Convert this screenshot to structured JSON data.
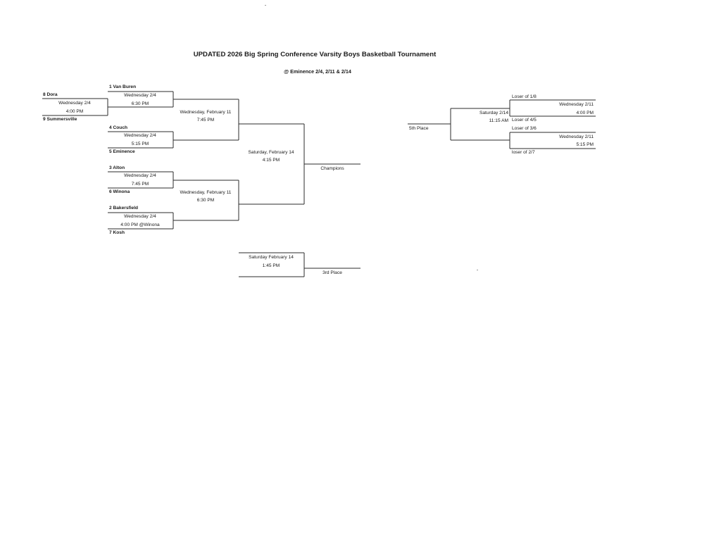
{
  "title": "UPDATED 2026 Big Spring Conference Varsity Boys Basketball Tournament",
  "subtitle": "@ Eminence 2/4, 2/11 & 2/14",
  "teams": {
    "dora": "8 Dora",
    "summersville": "9 Summersville",
    "van_buren": "1 Van Buren",
    "couch": "4 Couch",
    "eminence": "5 Eminence",
    "alton": "3 Alton",
    "winona": "6 Winona",
    "bakersfield": "2 Bakersfield",
    "kosh": "7 Kosh"
  },
  "games": {
    "dora_summersville": {
      "day": "Wednesday 2/4",
      "time": "4:00 PM"
    },
    "van_buren": {
      "day": "Wednesday 2/4",
      "time": "6:30 PM"
    },
    "couch_eminence": {
      "day": "Wednesday 2/4",
      "time": "5:15 PM"
    },
    "alton_winona": {
      "day": "Wednesday 2/4",
      "time": "7:45 PM"
    },
    "bakersfield_kosh": {
      "day": "Wednesday 2/4",
      "time": "4:00 PM @Winona"
    },
    "semi_top": {
      "day": "Wednesday, February 11",
      "time": "7:45 PM"
    },
    "semi_bottom": {
      "day": "Wednesday, February 11",
      "time": "6:30 PM"
    },
    "final": {
      "day": "Saturday, February 14",
      "time": "4:15 PM"
    },
    "third": {
      "day": "Saturday February 14",
      "time": "1:45 PM"
    },
    "consolation_top": {
      "day": "Wednesday 2/11",
      "time": "4:00 PM"
    },
    "consolation_bottom": {
      "day": "Wednesday 2/11",
      "time": "5:15 PM"
    },
    "fifth": {
      "day": "Saturday 2/14",
      "time": "11:15 AM"
    }
  },
  "results": {
    "champions": "Champions",
    "third_place": "3rd Place",
    "fifth_place": "5th Place"
  },
  "consolation": {
    "loser_1_8": "Loser of 1/8",
    "loser_4_5": "Loser of 4/5",
    "loser_3_6": "Loser of 3/6",
    "loser_2_7": "loser of 2/7"
  }
}
